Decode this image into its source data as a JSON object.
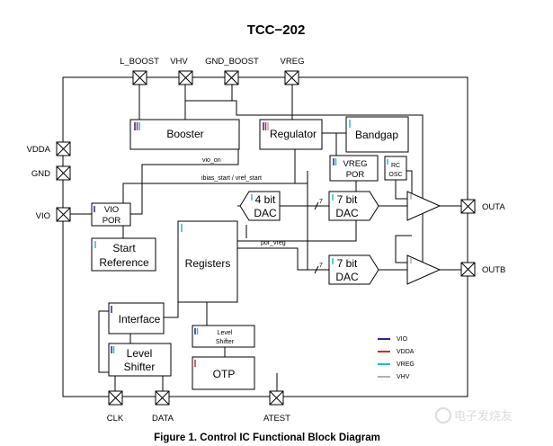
{
  "title": "TCC−202",
  "caption": "Figure 1. Control IC Functional Block Diagram",
  "pins": {
    "l_boost": "L_BOOST",
    "vhv": "VHV",
    "gnd_boost": "GND_BOOST",
    "vreg": "VREG",
    "vdda": "VDDA",
    "gnd": "GND",
    "vio": "VIO",
    "outa": "OUTA",
    "outb": "OUTB",
    "clk": "CLK",
    "data": "DATA",
    "atest": "ATEST"
  },
  "blocks": {
    "booster": "Booster",
    "regulator": "Regulator",
    "bandgap": "Bandgap",
    "vreg_por_1": "VREG",
    "vreg_por_2": "POR",
    "rc_osc_1": "RC",
    "rc_osc_2": "OSC",
    "vio_por_1": "VIO",
    "vio_por_2": "POR",
    "start_ref_1": "Start",
    "start_ref_2": "Reference",
    "registers": "Registers",
    "dac4_1": "4 bit",
    "dac4_2": "DAC",
    "dac7a_1": "7 bit",
    "dac7a_2": "DAC",
    "dac7b_1": "7 bit",
    "dac7b_2": "DAC",
    "interface": "Interface",
    "level_shifter_1": "Level",
    "level_shifter_2": "Shifter",
    "level_shifter_small_1": "Level",
    "level_shifter_small_2": "Shifter",
    "otp": "OTP"
  },
  "signals": {
    "vio_on": "vio_on",
    "ibias": "ibias_start / vref_start",
    "por_vreg": "por_vreg",
    "bus_width_a": "7",
    "bus_width_b": "7"
  },
  "legend": [
    {
      "label": "VIO",
      "color": "#1f2a8c"
    },
    {
      "label": "VDDA",
      "color": "#e02020"
    },
    {
      "label": "VREG",
      "color": "#27b8d8"
    },
    {
      "label": "VHV",
      "color": "#b0b0b0"
    }
  ],
  "watermark": "电子发烧友"
}
